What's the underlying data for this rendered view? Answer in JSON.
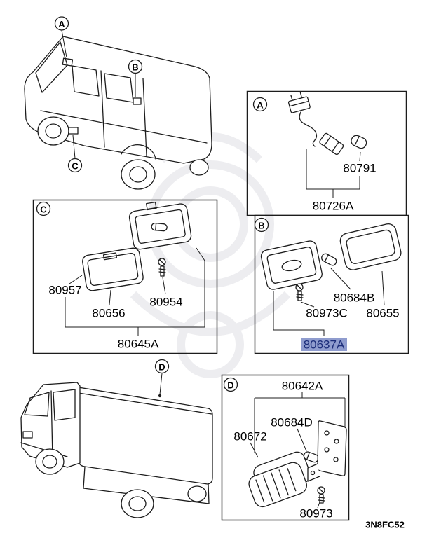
{
  "page": {
    "code": "3N8FC52"
  },
  "colors": {
    "line": "#1c1c1c",
    "highlight_bg": "#8f9cce",
    "highlight_text": "#1c2d7a"
  },
  "callouts": {
    "a": "A",
    "b": "B",
    "c": "C",
    "d": "D"
  },
  "boxes": {
    "a": {
      "parts": {
        "p80791": "80791",
        "p80726a": "80726A"
      }
    },
    "b": {
      "parts": {
        "p80684b": "80684B",
        "p80973c": "80973C",
        "p80655": "80655",
        "p80637a": "80637A"
      }
    },
    "c": {
      "parts": {
        "p80957": "80957",
        "p80656": "80656",
        "p80954": "80954",
        "p80645a": "80645A"
      }
    },
    "d": {
      "parts": {
        "p80642a": "80642A",
        "p80684d": "80684D",
        "p80672": "80672",
        "p80973": "80973"
      }
    }
  }
}
